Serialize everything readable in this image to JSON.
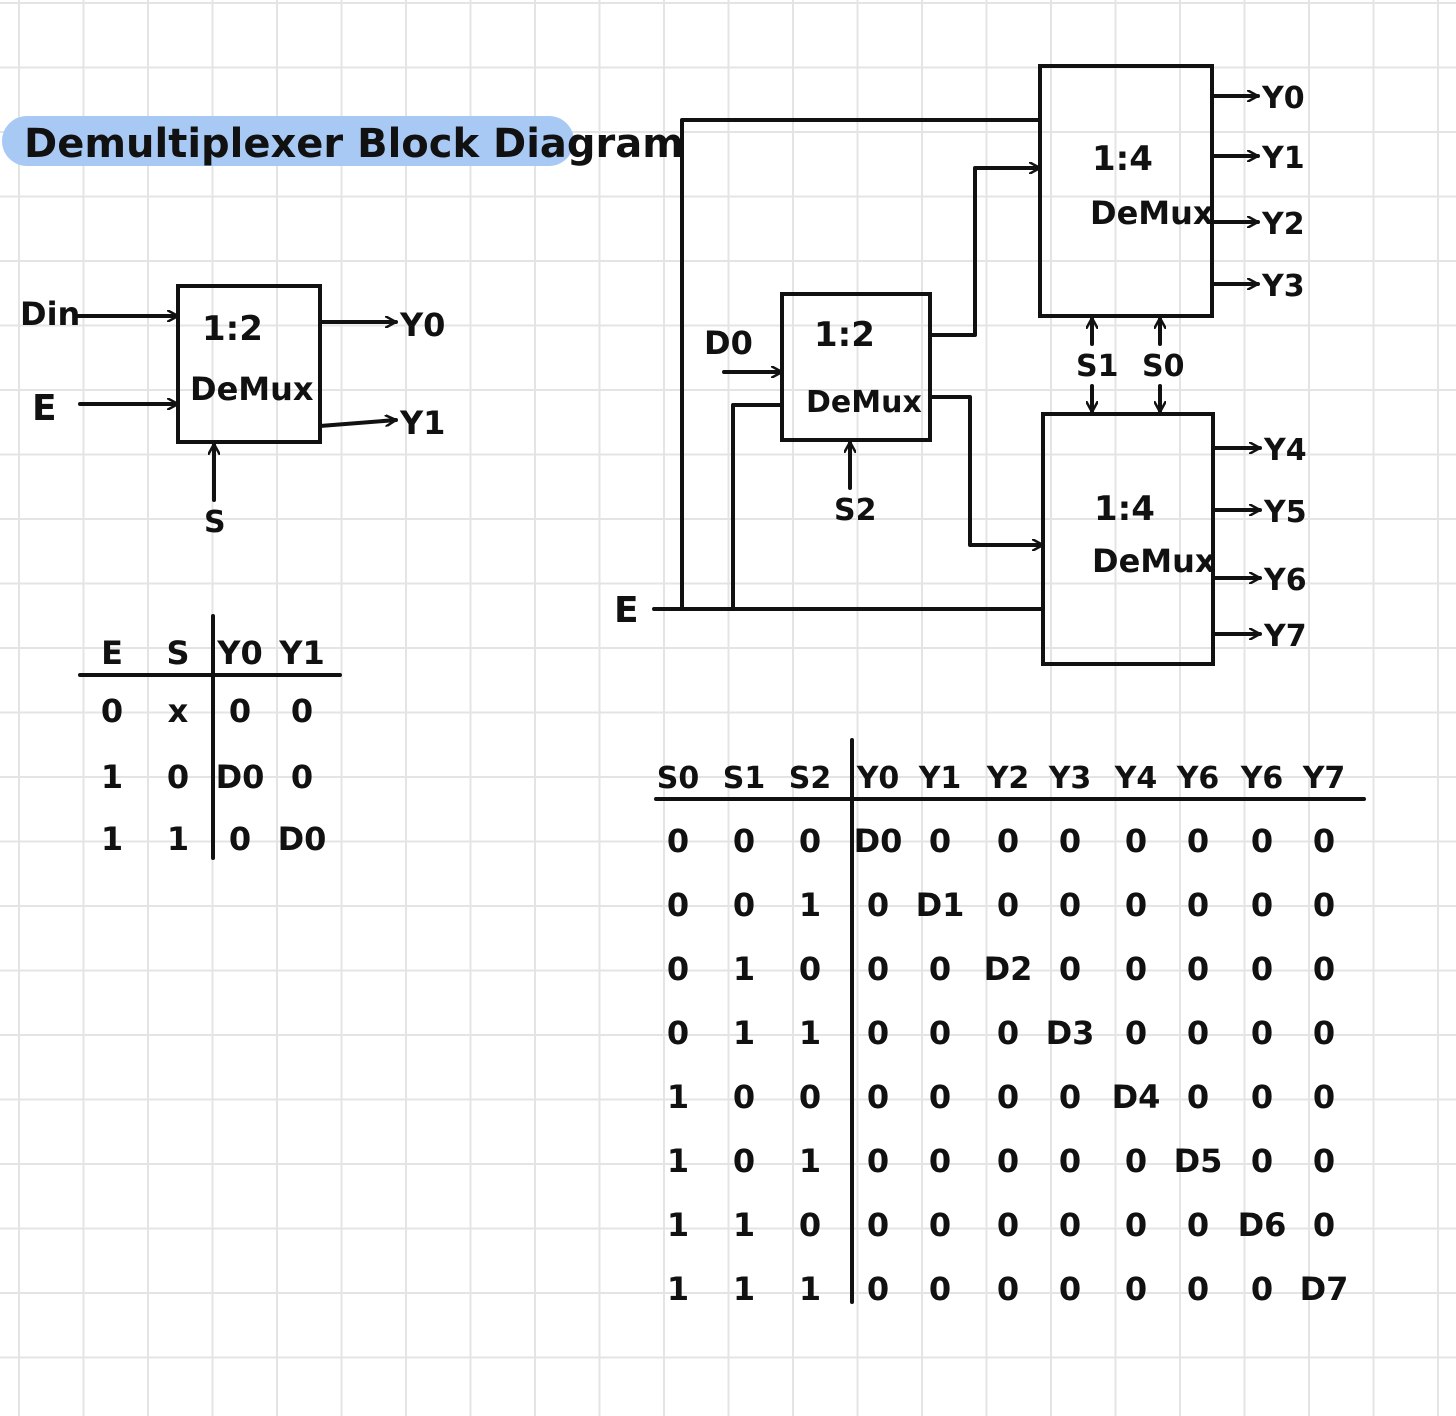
{
  "title": "Demultiplexer Block Diagram",
  "highlight_color": "#a9c9f5",
  "small_demux": {
    "ratio": "1:2",
    "name": "DeMux",
    "inputs": {
      "din": "Din",
      "e": "E"
    },
    "select": "S",
    "outputs": [
      "Y0",
      "Y1"
    ]
  },
  "small_table": {
    "headers": [
      "E",
      "S",
      "Y0",
      "Y1"
    ],
    "rows": [
      [
        "0",
        "x",
        "0",
        "0"
      ],
      [
        "1",
        "0",
        "D0",
        "0"
      ],
      [
        "1",
        "1",
        "0",
        "D0"
      ]
    ]
  },
  "large_diagram": {
    "input_d": "D0",
    "input_e": "E",
    "demux_12": {
      "ratio": "1:2",
      "name": "DeMux",
      "select": "S2"
    },
    "demux_top": {
      "ratio": "1:4",
      "name": "DeMux",
      "outputs": [
        "Y0",
        "Y1",
        "Y2",
        "Y3"
      ]
    },
    "demux_bottom": {
      "ratio": "1:4",
      "name": "DeMux",
      "outputs": [
        "Y4",
        "Y5",
        "Y6",
        "Y7"
      ]
    },
    "shared_selects": [
      "S1",
      "S0"
    ]
  },
  "large_table": {
    "headers": [
      "S0",
      "S1",
      "S2",
      "Y0",
      "Y1",
      "Y2",
      "Y3",
      "Y4",
      "Y6",
      "Y6",
      "Y7"
    ],
    "rows": [
      [
        "0",
        "0",
        "0",
        "D0",
        "0",
        "0",
        "0",
        "0",
        "0",
        "0",
        "0"
      ],
      [
        "0",
        "0",
        "1",
        "0",
        "D1",
        "0",
        "0",
        "0",
        "0",
        "0",
        "0"
      ],
      [
        "0",
        "1",
        "0",
        "0",
        "0",
        "D2",
        "0",
        "0",
        "0",
        "0",
        "0"
      ],
      [
        "0",
        "1",
        "1",
        "0",
        "0",
        "0",
        "D3",
        "0",
        "0",
        "0",
        "0"
      ],
      [
        "1",
        "0",
        "0",
        "0",
        "0",
        "0",
        "0",
        "D4",
        "0",
        "0",
        "0"
      ],
      [
        "1",
        "0",
        "1",
        "0",
        "0",
        "0",
        "0",
        "0",
        "D5",
        "0",
        "0"
      ],
      [
        "1",
        "1",
        "0",
        "0",
        "0",
        "0",
        "0",
        "0",
        "0",
        "D6",
        "0"
      ],
      [
        "1",
        "1",
        "1",
        "0",
        "0",
        "0",
        "0",
        "0",
        "0",
        "0",
        "D7"
      ]
    ]
  }
}
